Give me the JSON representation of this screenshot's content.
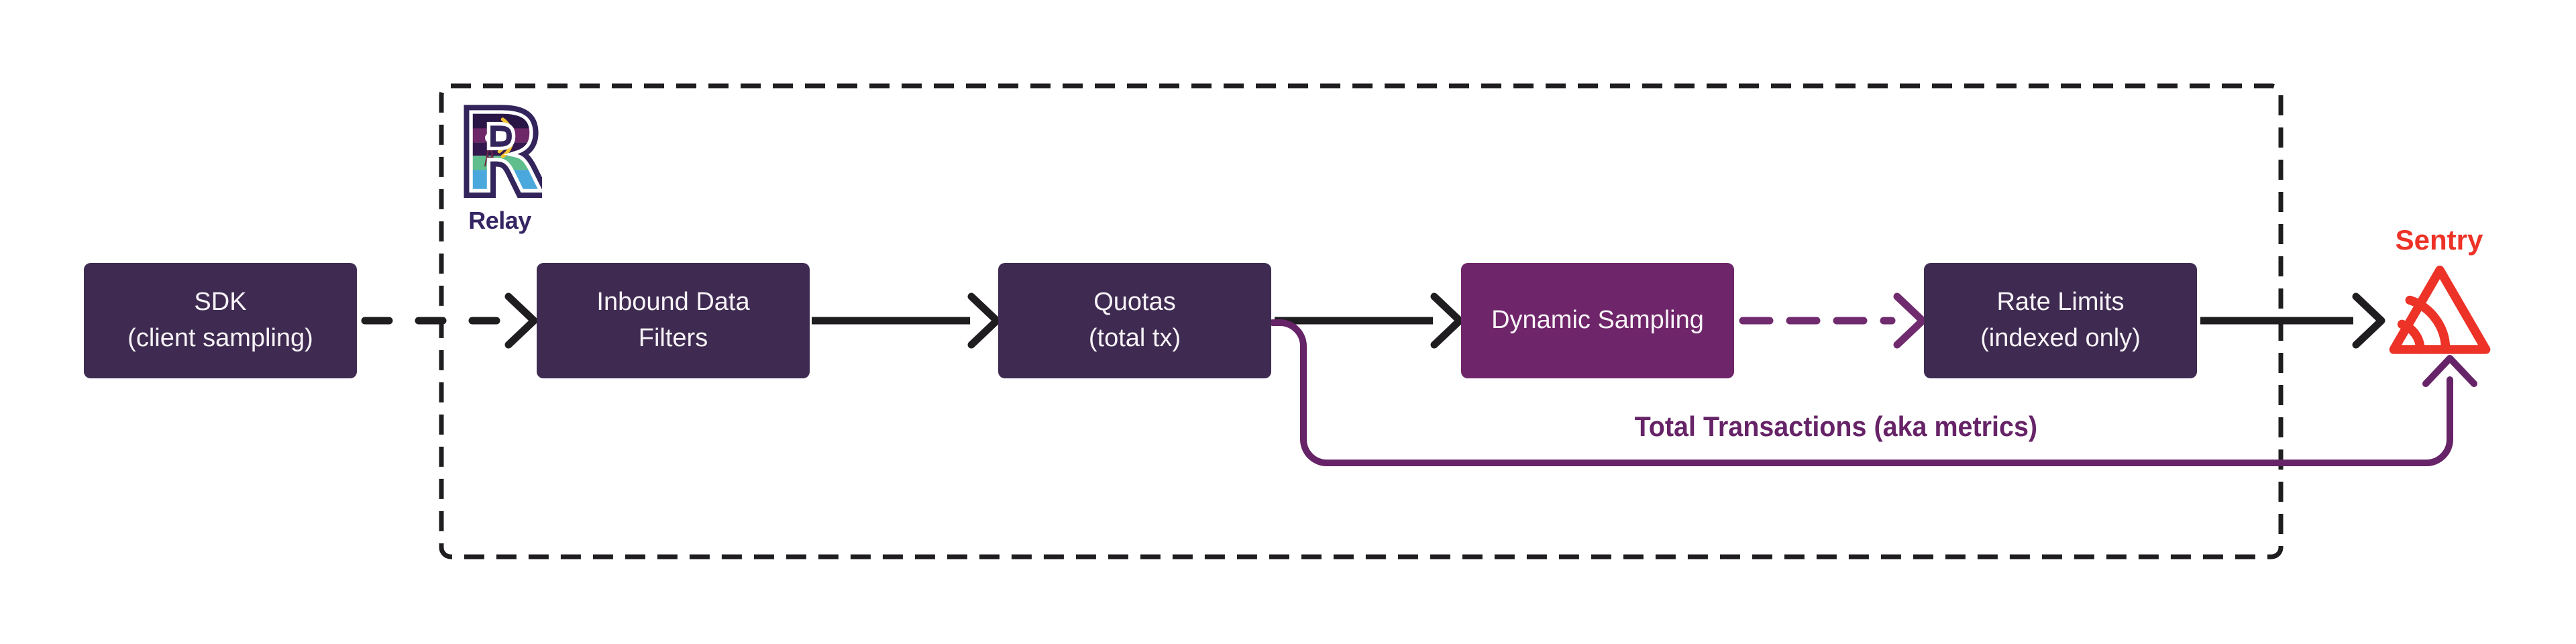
{
  "colors": {
    "background": "#FFFFFF",
    "node_dark": "#3F2B51",
    "node_magenta": "#6F2569",
    "node_text": "#F7F3F7",
    "wire_black": "#1F1D20",
    "metrics_purple": "#662367",
    "dashed_arrow_purple": "#702B6F",
    "sentry_red": "#ED3227",
    "relay_purple": "#352563"
  },
  "relay_group": {
    "label": "Relay",
    "logo": "relay-r-radio-tower-logo"
  },
  "sentry": {
    "label": "Sentry",
    "logo": "sentry-triangle-wave-logo"
  },
  "nodes": [
    {
      "line1": "SDK",
      "line2": "(client sampling)"
    },
    {
      "line1": "Inbound Data",
      "line2": "Filters"
    },
    {
      "line1": "Quotas",
      "line2": "(total tx)"
    },
    {
      "line1": "Dynamic Sampling",
      "line2": ""
    },
    {
      "line1": "Rate Limits",
      "line2": "(indexed only)"
    }
  ],
  "edges": {
    "metrics_label": "Total Transactions (aka metrics)"
  }
}
